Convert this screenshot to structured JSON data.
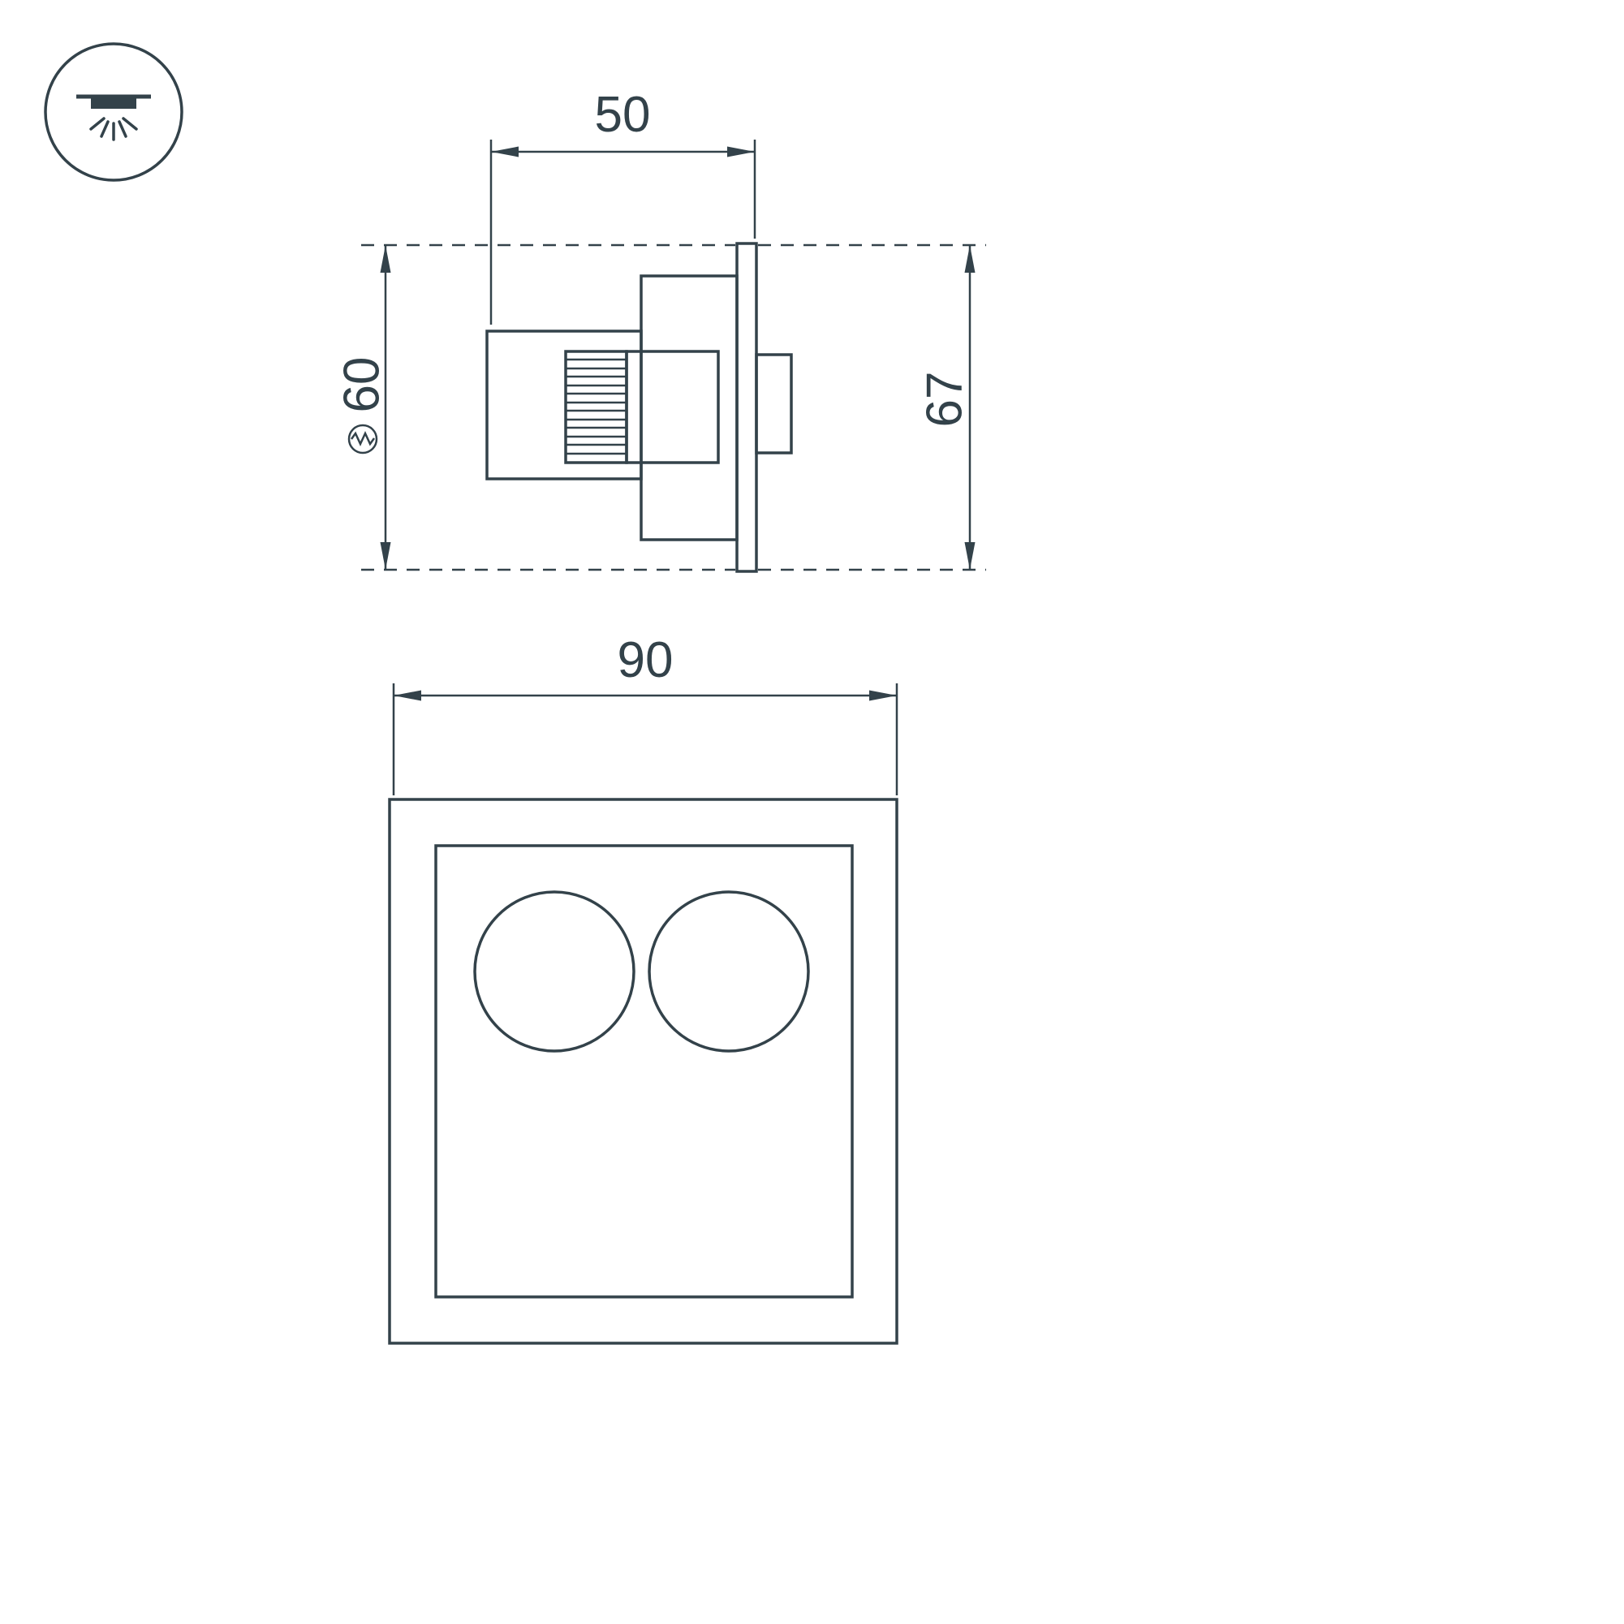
{
  "drawing": {
    "type": "technical-dimension-drawing",
    "subject": "recessed-double-downlight",
    "side_view": {
      "depth_label": "50",
      "cutout_label": "60",
      "height_label": "67"
    },
    "bottom_view": {
      "width_label": "90"
    }
  },
  "icons": {
    "corner_badge": "recessed-downlight-icon",
    "cutout_marker": "cutout-hole-icon"
  },
  "colors": {
    "line": "#33424a",
    "background": "#ffffff"
  }
}
